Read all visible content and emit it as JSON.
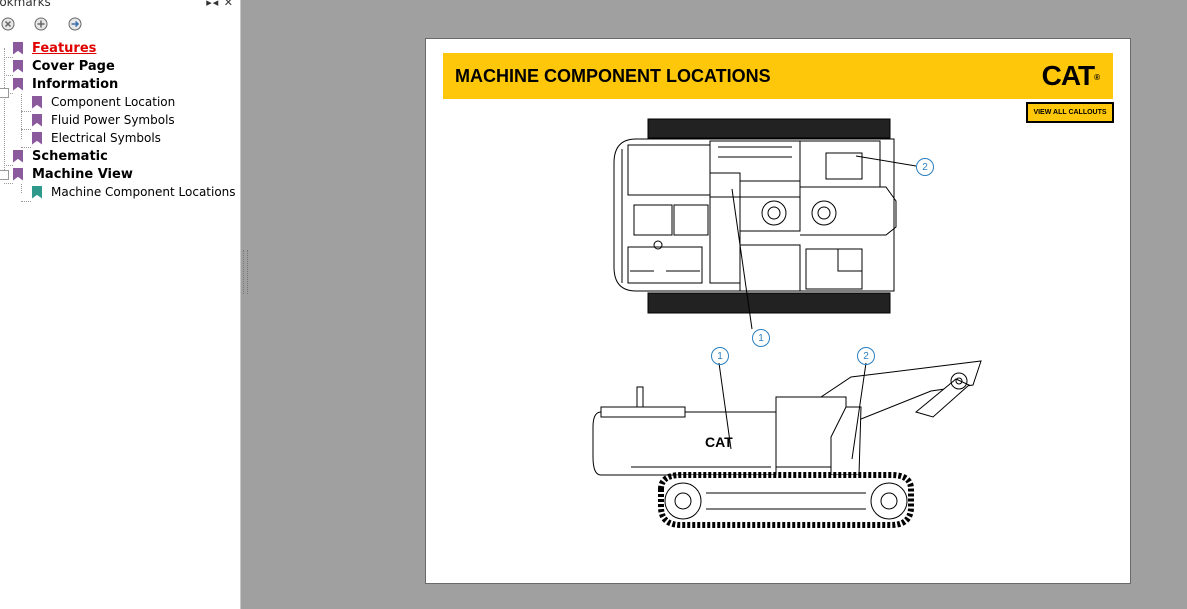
{
  "sidebar": {
    "title": "ookmarks",
    "items": [
      {
        "label": "Features"
      },
      {
        "label": "Cover Page"
      },
      {
        "label": "Information"
      },
      {
        "label": "Component Location"
      },
      {
        "label": "Fluid Power Symbols"
      },
      {
        "label": "Electrical Symbols"
      },
      {
        "label": "Schematic"
      },
      {
        "label": "Machine View"
      },
      {
        "label": "Machine Component Locations"
      }
    ]
  },
  "document": {
    "title": "MACHINE COMPONENT LOCATIONS",
    "logo": "CAT",
    "logo_mark": "®",
    "button_label": "VIEW ALL CALLOUTS",
    "callouts": [
      "2",
      "1",
      "1",
      "2"
    ]
  },
  "colors": {
    "banner": "#fec709",
    "active_bookmark": "#e00000",
    "bookmark_icon": "#8a5a9c",
    "selected_bookmark_icon": "#2f9a8c",
    "callout": "#2a7fbf",
    "viewer_background": "#a0a0a0"
  },
  "icons": {
    "toolbar": [
      "delete-bookmark-icon",
      "add-bookmark-icon",
      "go-to-bookmark-icon"
    ],
    "tree": [
      "bookmark-icon",
      "expand-collapse-icon"
    ]
  }
}
